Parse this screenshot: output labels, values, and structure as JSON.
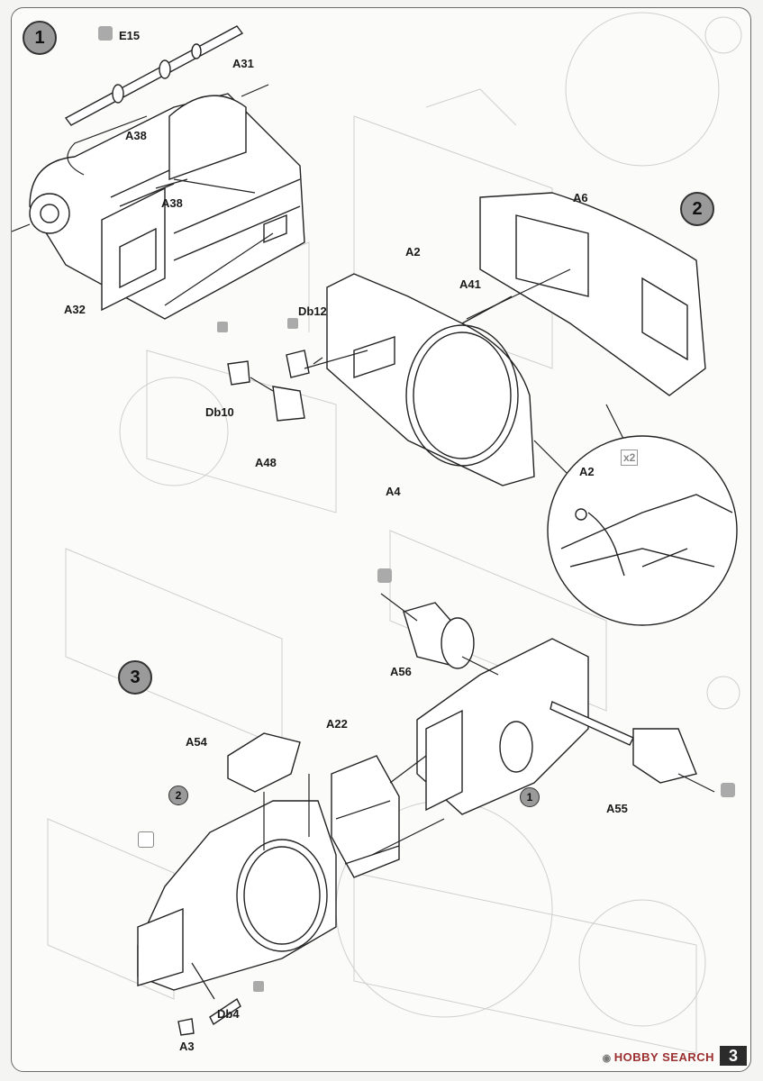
{
  "steps": {
    "s1": "1",
    "s2": "2",
    "s3": "3"
  },
  "parts": {
    "e15": "E15",
    "a31": "A31",
    "a38_top": "A38",
    "a38_bottom": "A38",
    "a32": "A32",
    "db12": "Db12",
    "db10": "Db10",
    "a48": "A48",
    "a2_top": "A2",
    "a41": "A41",
    "a6": "A6",
    "a4": "A4",
    "a2_detail": "A2",
    "a56": "A56",
    "a22": "A22",
    "a54": "A54",
    "a55": "A55",
    "db4": "Db4",
    "a3": "A3"
  },
  "refs": {
    "ref2": "2",
    "ref1": "1",
    "detail_x2": "x2"
  },
  "footer": {
    "page_number": "3",
    "watermark": "HOBBY SEARCH"
  },
  "colors": {
    "line": "#222222",
    "ghost": "#c9c9c9",
    "step_fill": "#9a9a9a"
  }
}
